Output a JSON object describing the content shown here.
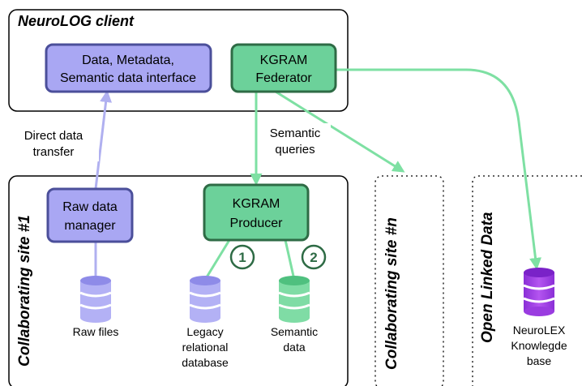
{
  "client": {
    "title": "NeuroLOG client"
  },
  "boxes": {
    "data_interface": {
      "lines": [
        "Data, Metadata,",
        "Semantic data interface"
      ]
    },
    "kgram_federator": {
      "lines": [
        "KGRAM",
        "Federator"
      ]
    },
    "raw_data_manager": {
      "lines": [
        "Raw data",
        "manager"
      ]
    },
    "kgram_producer": {
      "lines": [
        "KGRAM",
        "Producer"
      ]
    }
  },
  "labels": {
    "direct_transfer": [
      "Direct data",
      "transfer"
    ],
    "semantic_queries": [
      "Semantic",
      "queries"
    ]
  },
  "regions": {
    "site1": "Collaborating site #1",
    "siten": "Collaborating site #n",
    "open_data": "Open Linked Data"
  },
  "databases": {
    "raw_files": [
      "Raw files"
    ],
    "legacy": [
      "Legacy",
      "relational",
      "database"
    ],
    "semantic": [
      "Semantic",
      "data"
    ],
    "neurolex": [
      "NeuroLEX",
      "Knowlegde",
      "base"
    ]
  },
  "badges": {
    "one": "1",
    "two": "2"
  },
  "colors": {
    "purple_fill": "#a9a7f3",
    "purple_stroke": "#4b4f9a",
    "green_fill": "#6cd19a",
    "green_stroke": "#2e6b45",
    "green_arrow": "#7ee0a3",
    "purple_line": "#b0b0f0",
    "violet_db": "#a040e0"
  }
}
